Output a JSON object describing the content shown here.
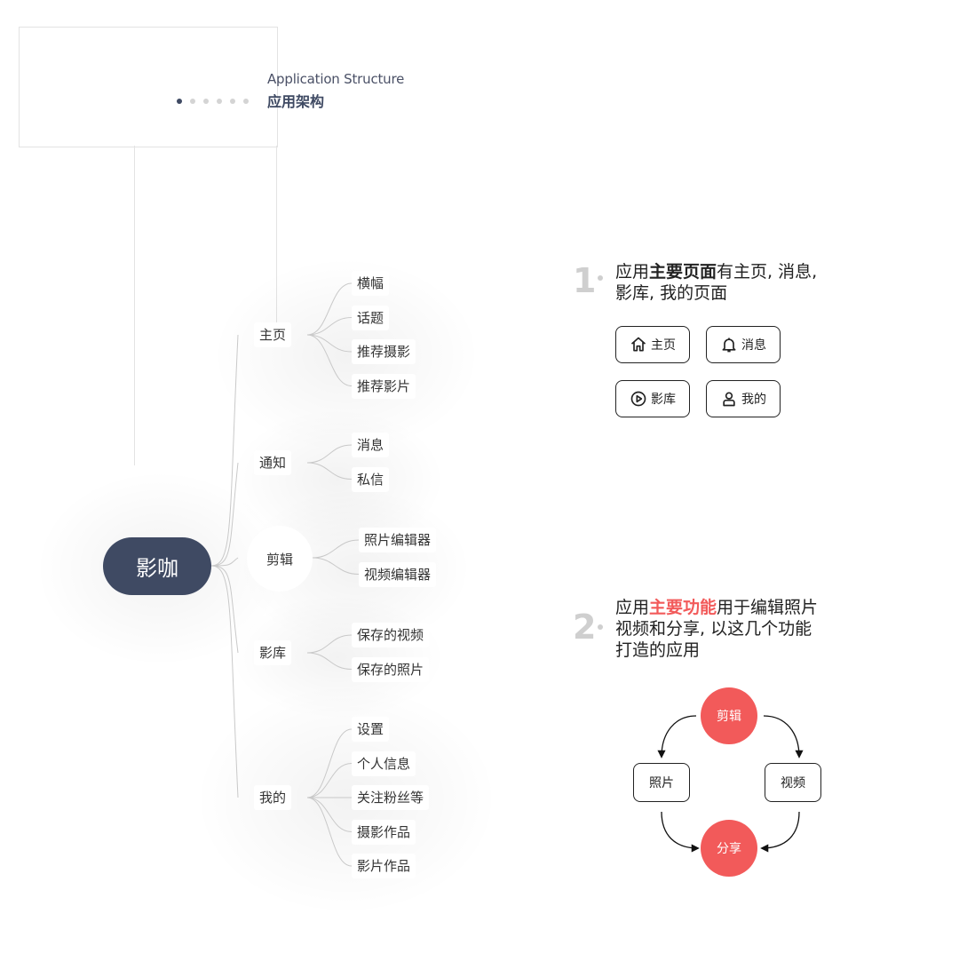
{
  "header": {
    "subtitle_en": "Application Structure",
    "title_cn": "应用架构",
    "pager_dots": 6,
    "pager_active": 0
  },
  "mindmap": {
    "root": "影咖",
    "branches": [
      {
        "label": "主页",
        "children": [
          "横幅",
          "话题",
          "推荐摄影",
          "推荐影片"
        ]
      },
      {
        "label": "通知",
        "children": [
          "消息",
          "私信"
        ]
      },
      {
        "label": "剪辑",
        "children": [
          "照片编辑器",
          "视频编辑器"
        ]
      },
      {
        "label": "影库",
        "children": [
          "保存的视频",
          "保存的照片"
        ]
      },
      {
        "label": "我的",
        "children": [
          "设置",
          "个人信息",
          "关注粉丝等",
          "摄影作品",
          "影片作品"
        ]
      }
    ]
  },
  "section1": {
    "number": "1",
    "text_a": "应用",
    "text_bold": "主要页面",
    "text_b": "有主页, 消息,",
    "text_c": "影库, 我的页面",
    "buttons": [
      {
        "label": "主页",
        "icon": "home-icon"
      },
      {
        "label": "消息",
        "icon": "bell-icon"
      },
      {
        "label": "影库",
        "icon": "play-icon"
      },
      {
        "label": "我的",
        "icon": "user-icon"
      }
    ]
  },
  "section2": {
    "number": "2",
    "text_a": "应用",
    "text_red": "主要功能",
    "text_b": "用于编辑照片",
    "text_c": "视频和分享, 以这几个功能",
    "text_d": "打造的应用",
    "cycle": {
      "top": "剪辑",
      "left": "照片",
      "right": "视频",
      "bottom": "分享"
    }
  },
  "colors": {
    "primary_dark": "#3f4a63",
    "accent_red": "#f25a5a",
    "muted_gray": "#cfcfcf"
  }
}
